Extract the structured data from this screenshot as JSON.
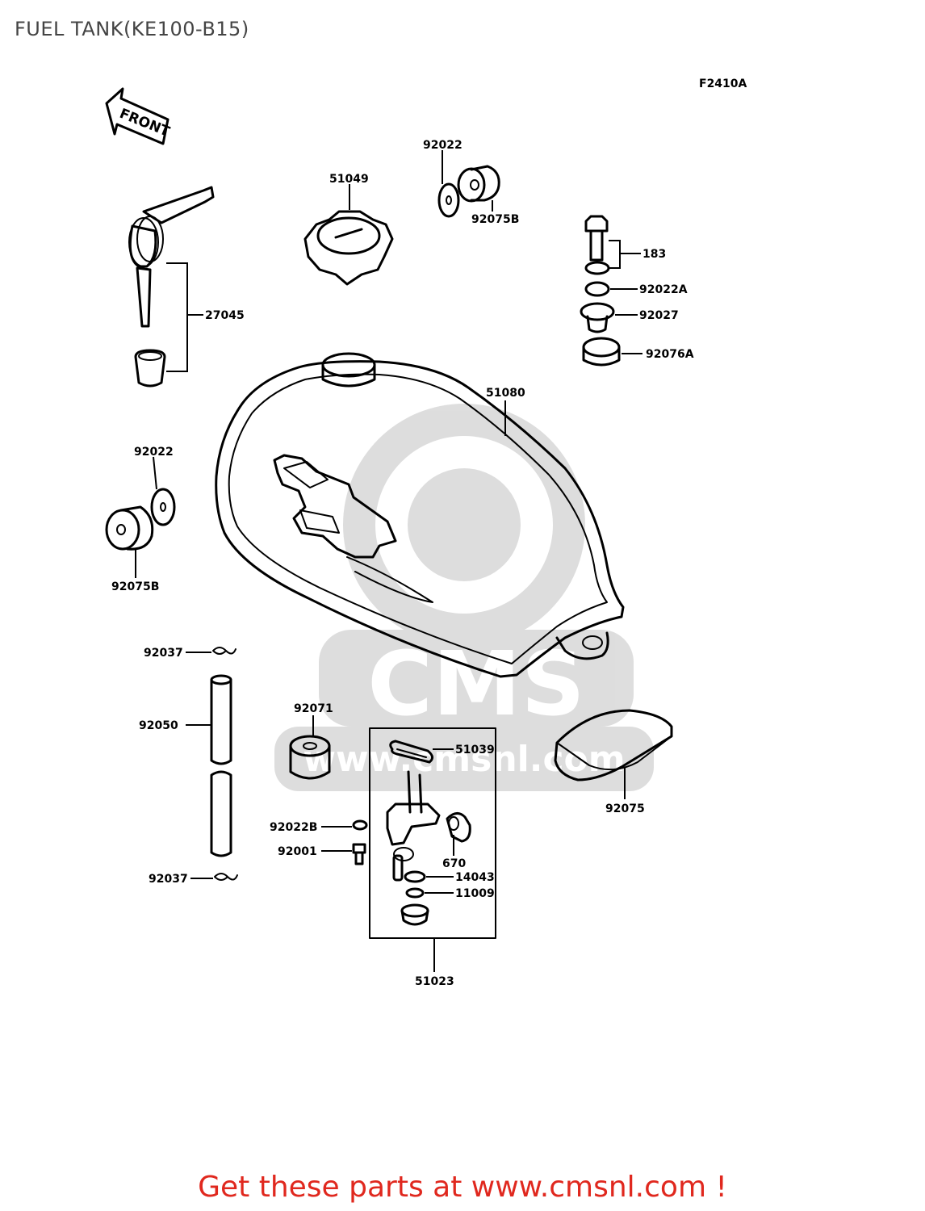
{
  "page": {
    "title": "FUEL TANK(KE100-B15)",
    "diagram_code": "F2410A",
    "front_label": "FRONT",
    "footer": "Get these parts at www.cmsnl.com !"
  },
  "watermark": {
    "brand": "CMS",
    "url": "www.cmsnl.com"
  },
  "parts": [
    {
      "id": "p1",
      "number": "92022"
    },
    {
      "id": "p2",
      "number": "51049"
    },
    {
      "id": "p3",
      "number": "92075B"
    },
    {
      "id": "p4",
      "number": "183"
    },
    {
      "id": "p5",
      "number": "92022A"
    },
    {
      "id": "p6",
      "number": "92027"
    },
    {
      "id": "p7",
      "number": "92076A"
    },
    {
      "id": "p8",
      "number": "27045"
    },
    {
      "id": "p9",
      "number": "51080"
    },
    {
      "id": "p10",
      "number": "92022"
    },
    {
      "id": "p11",
      "number": "92075B"
    },
    {
      "id": "p12",
      "number": "92037"
    },
    {
      "id": "p13",
      "number": "92050"
    },
    {
      "id": "p14",
      "number": "92071"
    },
    {
      "id": "p15",
      "number": "51039"
    },
    {
      "id": "p16",
      "number": "92075"
    },
    {
      "id": "p17",
      "number": "92022B"
    },
    {
      "id": "p18",
      "number": "92001"
    },
    {
      "id": "p19",
      "number": "670"
    },
    {
      "id": "p20",
      "number": "14043"
    },
    {
      "id": "p21",
      "number": "11009"
    },
    {
      "id": "p22",
      "number": "92037"
    },
    {
      "id": "p23",
      "number": "51023"
    }
  ]
}
